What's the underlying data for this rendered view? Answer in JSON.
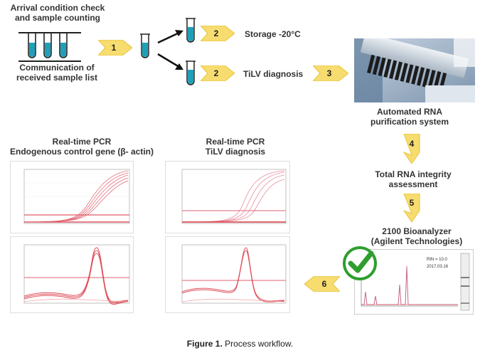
{
  "top": {
    "arrival": "Arrival condition check\nand sample counting",
    "communication": "Communication of\nreceived sample list",
    "storage": "Storage -20°C",
    "tilv_diag": "TiLV diagnosis"
  },
  "steps": [
    "1",
    "2",
    "2",
    "3",
    "4",
    "5",
    "6"
  ],
  "right": {
    "automated": "Automated RNA\npurification system",
    "integrity": "Total RNA integrity\nassessment",
    "bioanalyzer": "2100 Bioanalyzer\n(Agilent Technologies)"
  },
  "pcr_left": {
    "title": "Real-time PCR\nEndogenous control gene (β- actin)"
  },
  "pcr_right": {
    "title": "Real-time PCR\nTiLV diagnosis"
  },
  "caption": {
    "label": "Figure 1.",
    "text": " Process workflow."
  },
  "colors": {
    "arrow_fill": "#f7dc6f",
    "arrow_edge": "#e8c43a",
    "curve": "#d9333f",
    "check": "#2f9e2f"
  }
}
